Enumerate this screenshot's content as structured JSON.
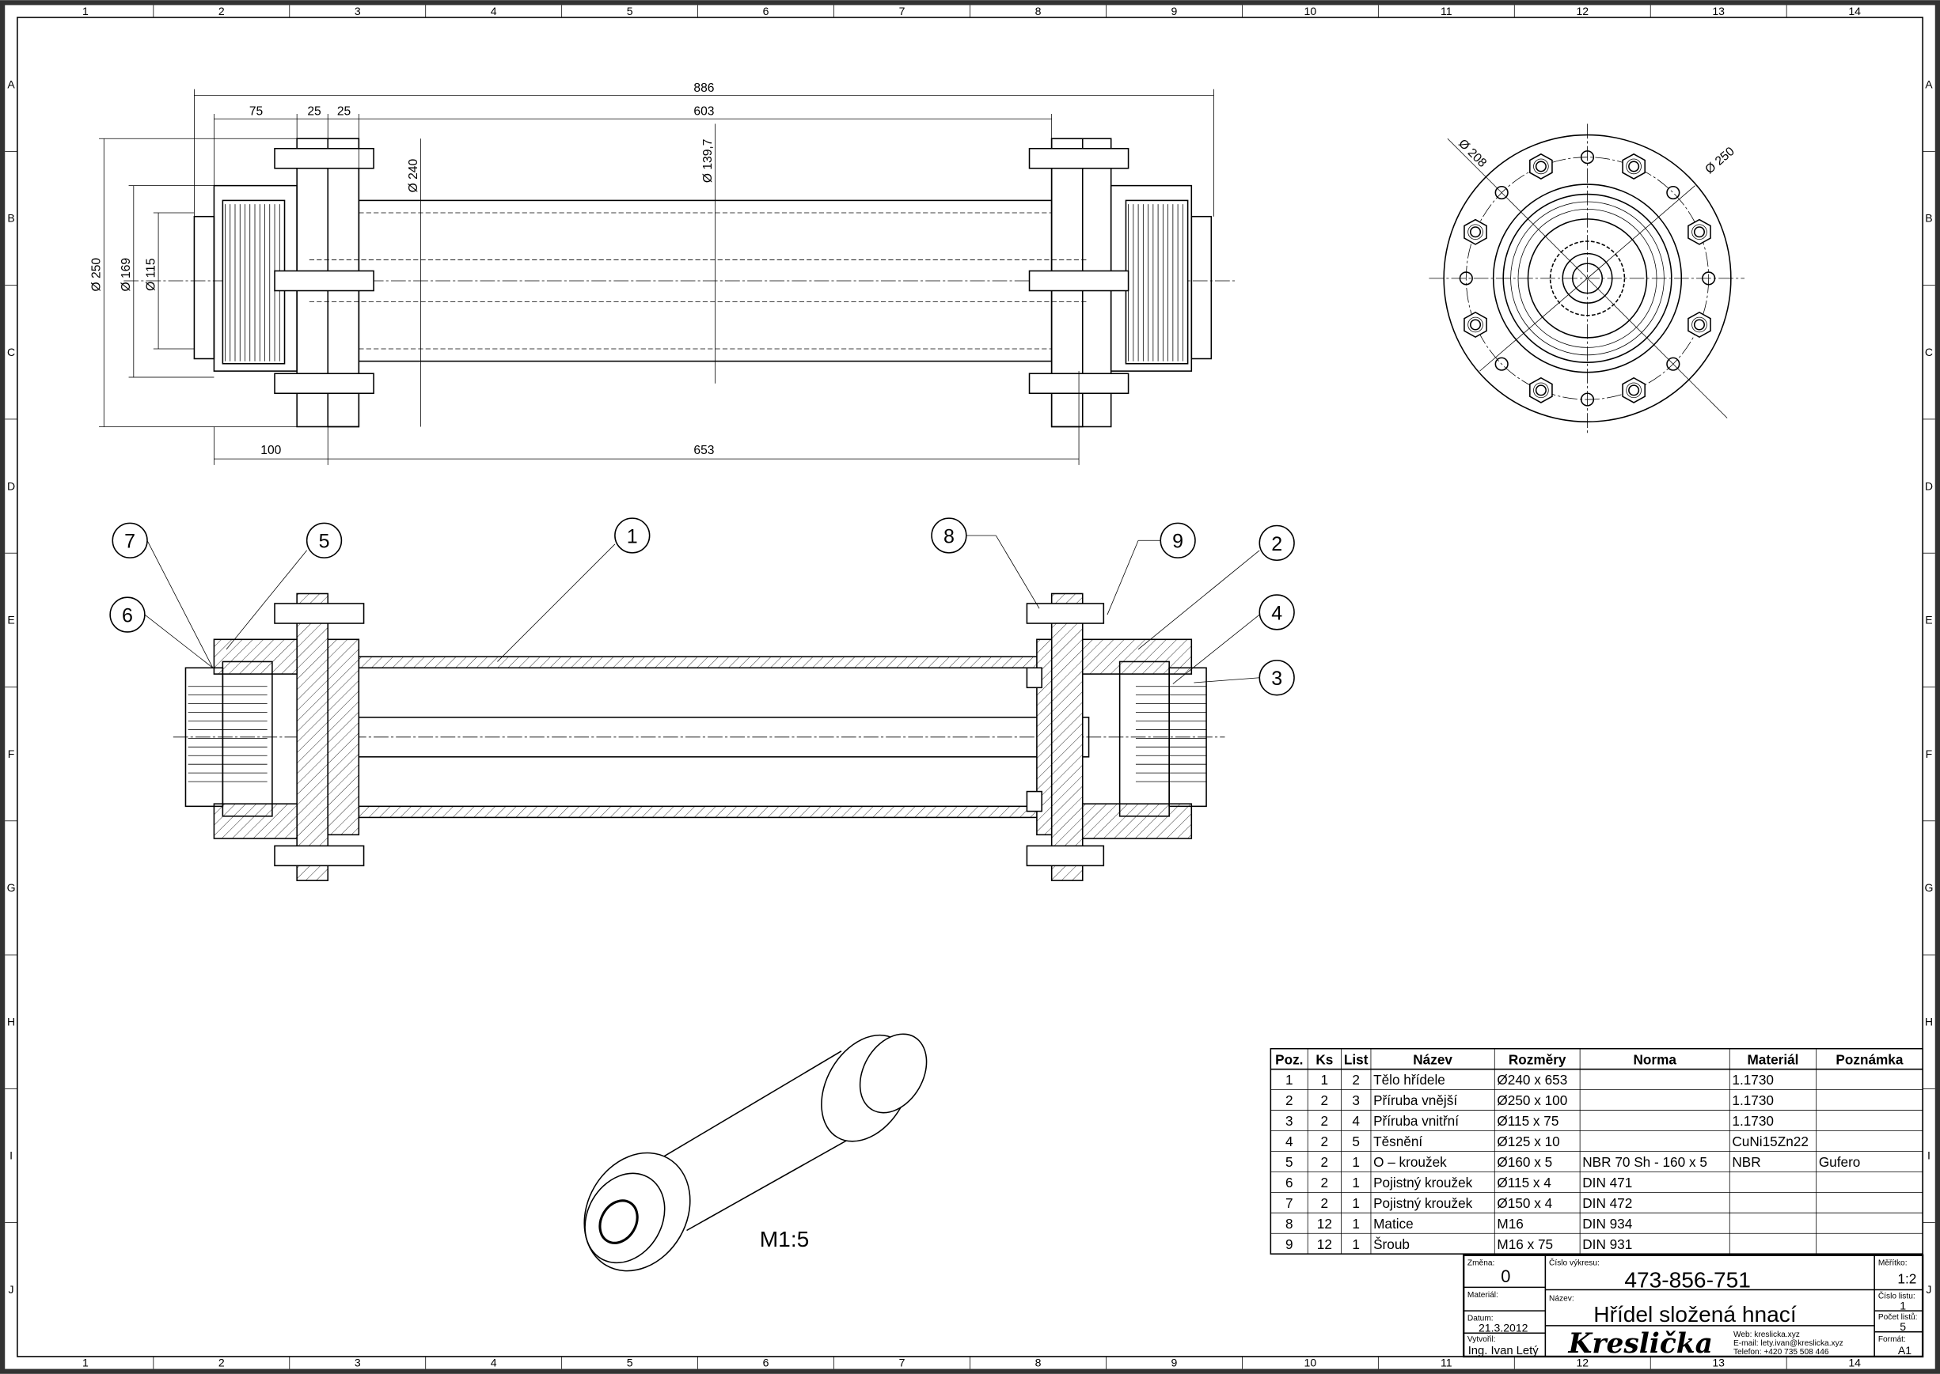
{
  "sheet": {
    "columns": [
      "1",
      "2",
      "3",
      "4",
      "5",
      "6",
      "7",
      "8",
      "9",
      "10",
      "11",
      "12",
      "13",
      "14"
    ],
    "rows": [
      "A",
      "B",
      "C",
      "D",
      "E",
      "F",
      "G",
      "H",
      "I",
      "J"
    ]
  },
  "front_view": {
    "dims": {
      "overall": "886",
      "hub": "75",
      "gap1": "25",
      "gap2": "25",
      "tube": "603",
      "d250": "Ø 250",
      "d169": "Ø 169",
      "d115": "Ø 115",
      "d240": "Ø 240",
      "d139": "Ø 139,7",
      "flange_len": "100",
      "body_len": "653"
    }
  },
  "side_view": {
    "dims": {
      "d208": "Ø 208",
      "d250": "Ø 250"
    }
  },
  "section_view": {
    "balloons": [
      "1",
      "2",
      "3",
      "4",
      "5",
      "6",
      "7",
      "8",
      "9"
    ]
  },
  "iso_view": {
    "scale_label": "M1:5"
  },
  "parts_table": {
    "headers": [
      "Poz.",
      "Ks",
      "List",
      "Název",
      "Rozměry",
      "Norma",
      "Materiál",
      "Poznámka"
    ],
    "rows": [
      [
        "1",
        "1",
        "2",
        "Tělo hřídele",
        "Ø240 x 653",
        "",
        "1.1730",
        ""
      ],
      [
        "2",
        "2",
        "3",
        "Příruba vnější",
        "Ø250 x 100",
        "",
        "1.1730",
        ""
      ],
      [
        "3",
        "2",
        "4",
        "Příruba vnitřní",
        "Ø115 x 75",
        "",
        "1.1730",
        ""
      ],
      [
        "4",
        "2",
        "5",
        "Těsnění",
        "Ø125 x 10",
        "",
        "CuNi15Zn22",
        ""
      ],
      [
        "5",
        "2",
        "1",
        "O – kroužek",
        "Ø160 x 5",
        "NBR 70 Sh - 160 x 5",
        "NBR",
        "Gufero"
      ],
      [
        "6",
        "2",
        "1",
        "Pojistný kroužek",
        "Ø115 x 4",
        "DIN 471",
        "",
        ""
      ],
      [
        "7",
        "2",
        "1",
        "Pojistný kroužek",
        "Ø150 x 4",
        "DIN 472",
        "",
        ""
      ],
      [
        "8",
        "12",
        "1",
        "Matice",
        "M16",
        "DIN 934",
        "",
        ""
      ],
      [
        "9",
        "12",
        "1",
        "Šroub",
        "M16 x 75",
        "DIN 931",
        "",
        ""
      ]
    ]
  },
  "title_block": {
    "change_label": "Změna:",
    "change": "0",
    "material_label": "Materiál:",
    "material": "",
    "date_label": "Datum:",
    "date": "21.3.2012",
    "author_label": "Vytvořil:",
    "author": "Ing. Ivan Letý",
    "drawing_no_label": "Číslo výkresu:",
    "drawing_no": "473-856-751",
    "name_label": "Název:",
    "name": "Hřídel složená hnací",
    "logo": "Kreslička",
    "web": "Web: kreslicka.xyz",
    "email": "E-mail: lety.ivan@kreslicka.xyz",
    "phone": "Telefon: +420 735 508 446",
    "scale_label": "Měřítko:",
    "scale": "1:2",
    "sheet_no_label": "Číslo listu:",
    "sheet_no": "1",
    "sheet_count_label": "Počet listů:",
    "sheet_count": "5",
    "format_label": "Formát:",
    "format": "A1"
  }
}
